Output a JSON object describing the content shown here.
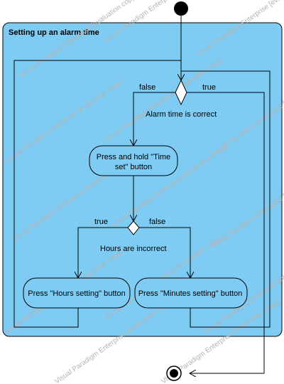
{
  "diagram": {
    "partition_title": "Setting up an alarm time",
    "decision1": {
      "condition": "Alarm time is correct",
      "false_label": "false",
      "true_label": "true"
    },
    "action_hold": {
      "line1": "Press and hold \"Time",
      "line2": "set\" button"
    },
    "decision2": {
      "condition": "Hours are incorrect",
      "true_label": "true",
      "false_label": "false"
    },
    "action_hours": "Press \"Hours setting\" button",
    "action_minutes": "Press \"Minutes setting\" button",
    "watermark": "Visual Paradigm Enterprise [evaluation copy]"
  },
  "colors": {
    "partition_fill": "#7ecbf3",
    "action_fill": "#7ecbf3",
    "stroke": "#000000",
    "watermark": "#b4b4b4"
  }
}
